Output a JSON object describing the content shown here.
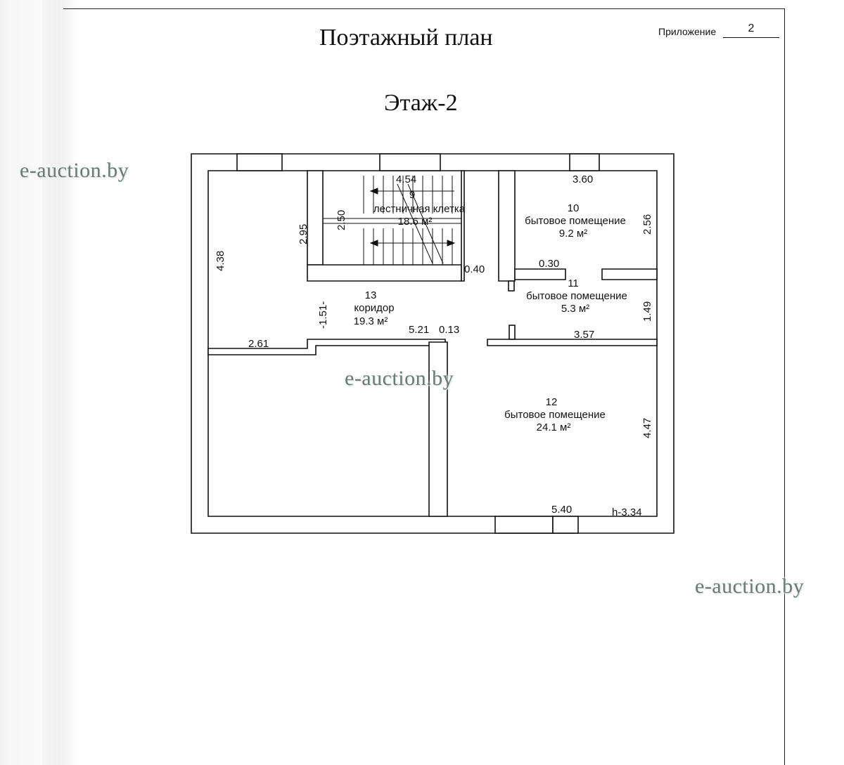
{
  "document": {
    "title": "Поэтажный план",
    "floor": "Этаж-2",
    "appendix_label": "Приложение",
    "appendix_number": "2"
  },
  "watermarks": [
    "e-auction.by",
    "e-auction.by",
    "e-auction.by"
  ],
  "rooms": {
    "stair": {
      "number": "9",
      "name": "лестничная клетка",
      "area": "18.6 м²"
    },
    "r10": {
      "number": "10",
      "name": "бытовое помещение",
      "area": "9.2 м²"
    },
    "r11": {
      "number": "11",
      "name": "бытовое помещение",
      "area": "5.3 м²"
    },
    "r12": {
      "number": "12",
      "name": "бытовое помещение",
      "area": "24.1 м²"
    },
    "r13": {
      "number": "13",
      "name": "коридор",
      "area": "19.3 м²"
    }
  },
  "dimensions": {
    "stair_width": "4.54",
    "stair_height": "2.50",
    "left_upper": "2.95",
    "left_outer": "4.38",
    "corridor_gap": "-1.51-",
    "corridor_wall_left": "2.61",
    "corridor_wall_mid": "5.21",
    "corridor_wall_thin": "0.13",
    "stair_offset": "0.40",
    "r10_width": "3.60",
    "r10_height": "2.56",
    "r11_offset": "0.30",
    "r11_height": "1.49",
    "r11_width": "3.57",
    "r12_height": "4.47",
    "r12_width": "5.40",
    "ceiling_height": "h-3.34"
  },
  "colors": {
    "wall": "#ffffff",
    "line": "#111111",
    "watermark": "#6b7b74"
  }
}
